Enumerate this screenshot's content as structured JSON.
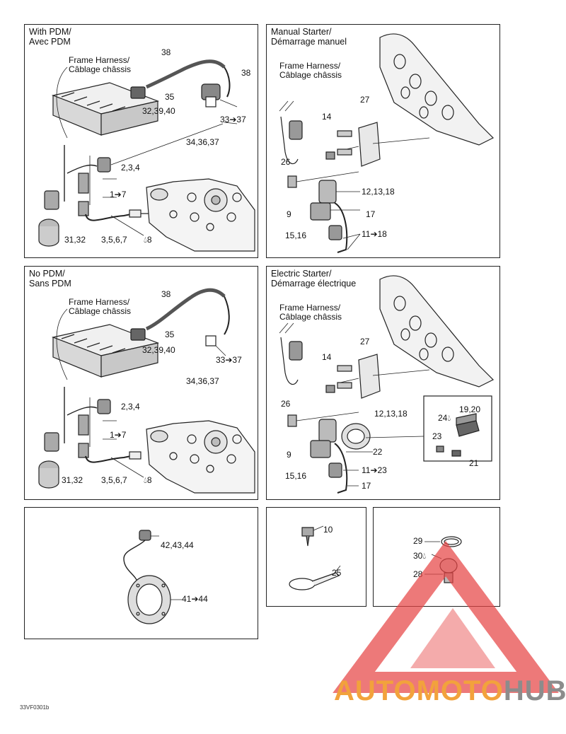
{
  "panels": {
    "with_pdm": {
      "title1": "With PDM/",
      "title2": "Avec PDM",
      "harness1": "Frame Harness/",
      "harness2": "Câblage châssis",
      "labels": {
        "l38": "38",
        "l38b": "38",
        "l35": "35",
        "l32_39_40": "32,39,40",
        "l33_37": "33➔37",
        "l34_36_37": "34,36,37",
        "l2_3_4": "2,3,4",
        "l1_7": "1➔7",
        "l31_32": "31,32",
        "l3_5_6_7": "3,5,6,7",
        "l8": "8"
      }
    },
    "manual_starter": {
      "title1": "Manual Starter/",
      "title2": "Démarrage manuel",
      "harness1": "Frame Harness/",
      "harness2": "Câblage châssis",
      "labels": {
        "l27": "27",
        "l14": "14",
        "l26": "26",
        "l12_13_18": "12,13,18",
        "l9": "9",
        "l17": "17",
        "l15_16": "15,16",
        "l11_18": "11➔18"
      }
    },
    "no_pdm": {
      "title1": "No PDM/",
      "title2": "Sans PDM",
      "harness1": "Frame Harness/",
      "harness2": "Câblage châssis",
      "labels": {
        "l38": "38",
        "l35": "35",
        "l32_39_40": "32,39,40",
        "l33_37": "33➔37",
        "l34_36_37": "34,36,37",
        "l2_3_4": "2,3,4",
        "l1_7": "1➔7",
        "l31_32": "31,32",
        "l3_5_6_7": "3,5,6,7",
        "l8": "8"
      }
    },
    "electric_starter": {
      "title1": "Electric Starter/",
      "title2": "Démarrage électrique",
      "harness1": "Frame Harness/",
      "harness2": "Câblage châssis",
      "labels": {
        "l27": "27",
        "l14": "14",
        "l26": "26",
        "l12_13_18": "12,13,18",
        "l9": "9",
        "l22": "22",
        "l15_16": "15,16",
        "l11_23": "11➔23",
        "l17": "17",
        "l24": "24",
        "l19_20": "19,20",
        "l23": "23",
        "l21": "21"
      }
    },
    "sensor": {
      "labels": {
        "l42_43_44": "42,43,44",
        "l41_44": "41➔44"
      }
    },
    "fasteners": {
      "labels": {
        "l10": "10",
        "l25": "25"
      }
    },
    "lamp": {
      "labels": {
        "l29": "29",
        "l30": "30",
        "l28": "28"
      }
    }
  },
  "footer": "33VF0301b",
  "watermark": {
    "part1": "AUTOMOTO",
    "part2": "HUB"
  },
  "colors": {
    "line": "#222222",
    "watermark_red": "#e64545",
    "watermark_orange": "#f2a23c",
    "watermark_grey": "#8c8c8c"
  }
}
